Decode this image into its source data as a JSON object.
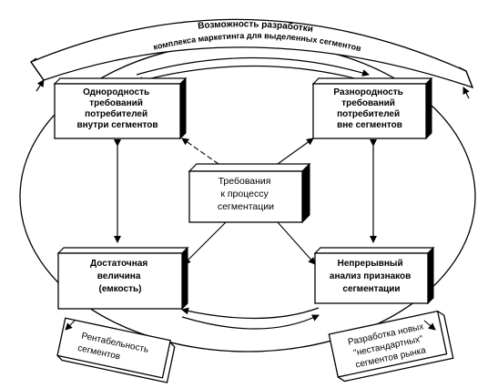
{
  "arc": {
    "line1": "Возможность разработки",
    "line2": "комплекса маркетинга для выделенных сегментов"
  },
  "boxes": {
    "top_left": [
      "Однородность",
      "требований",
      "потребителей",
      "внутри сегментов"
    ],
    "top_right": [
      "Разнородность",
      "требований",
      "потребителей",
      "вне сегментов"
    ],
    "center": [
      "Требования",
      "к процессу",
      "сегментации"
    ],
    "bottom_left": [
      "Достаточная",
      "величина",
      "(емкость)"
    ],
    "bottom_right": [
      "Непрерывный",
      "анализ признаков",
      "сегментации"
    ]
  },
  "tags": {
    "left": [
      "Рентабельность",
      "сегментов"
    ],
    "right": [
      "Разработка новых",
      "\"нестандартных\"",
      "сегментов рынка"
    ]
  }
}
